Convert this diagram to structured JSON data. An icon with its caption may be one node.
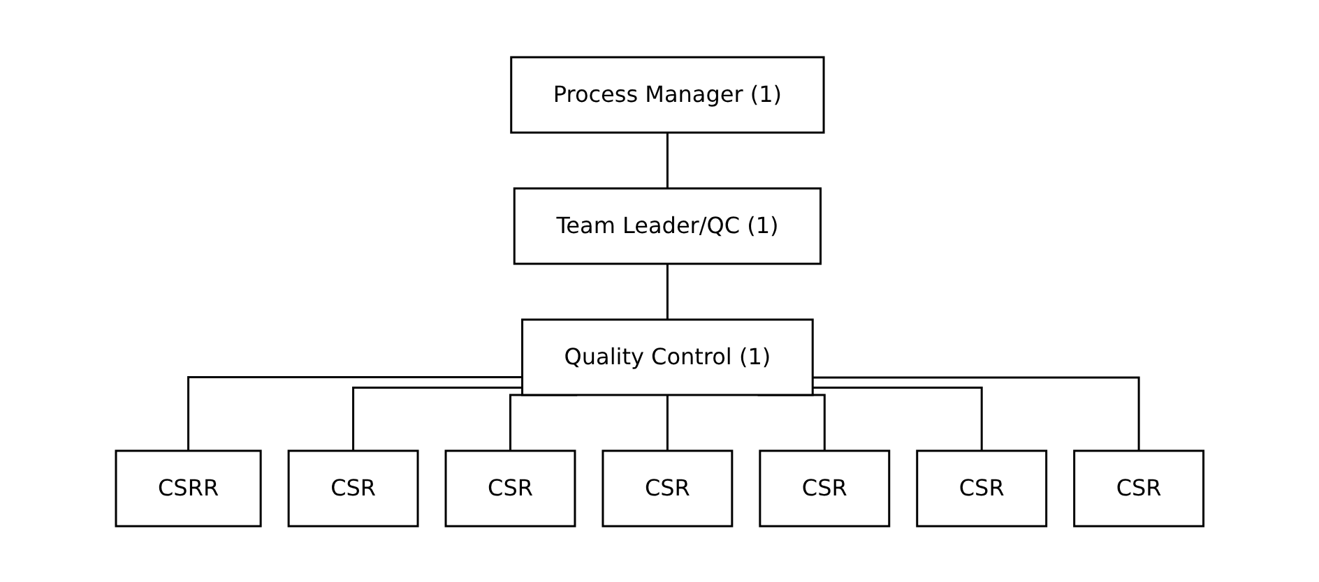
{
  "diagram": {
    "nodes": [
      {
        "text": [
          "Process Manager (1)"
        ]
      },
      {
        "text": [
          "Team Leader/QC (1)"
        ]
      },
      {
        "text": [
          "Quality Control (1)"
        ]
      },
      {
        "text": [
          "CSRR"
        ]
      },
      {
        "text": [
          "CSR"
        ]
      },
      {
        "text": [
          "CSR"
        ]
      },
      {
        "text": [
          "CSR"
        ]
      },
      {
        "text": [
          "CSR"
        ]
      },
      {
        "text": [
          "CSR"
        ]
      },
      {
        "text": [
          "CSR"
        ]
      }
    ],
    "edges": [
      {
        "from": 0,
        "to": 1,
        "arrow": "none"
      },
      {
        "from": 1,
        "to": 2,
        "arrow": "none"
      },
      {
        "from": 2,
        "to": 3,
        "arrow": "none"
      },
      {
        "from": 2,
        "to": 4,
        "arrow": "none"
      },
      {
        "from": 2,
        "to": 5,
        "arrow": "none"
      },
      {
        "from": 2,
        "to": 6,
        "arrow": "none"
      },
      {
        "from": 2,
        "to": 7,
        "arrow": "none"
      },
      {
        "from": 2,
        "to": 8,
        "arrow": "none"
      },
      {
        "from": 2,
        "to": 9,
        "arrow": "none"
      }
    ]
  }
}
